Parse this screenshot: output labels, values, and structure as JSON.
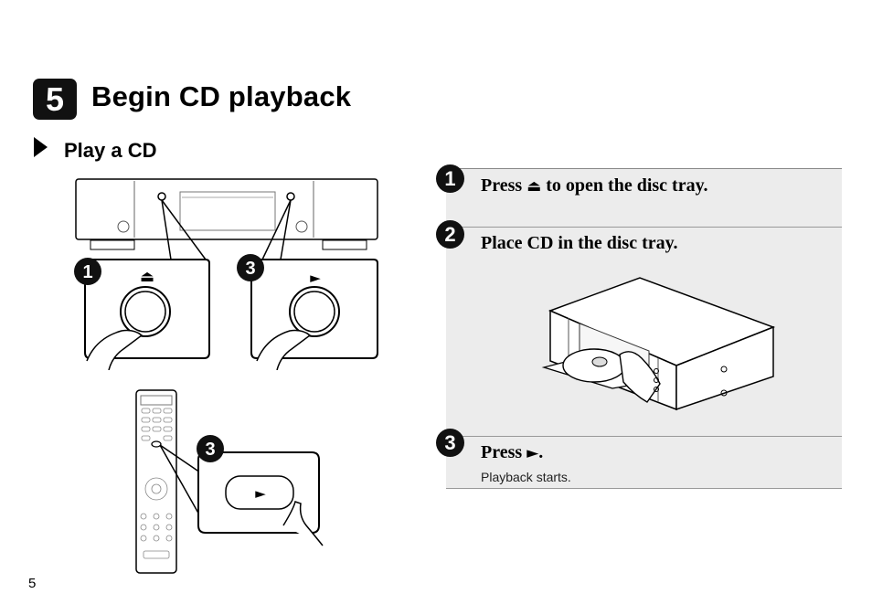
{
  "step_number": "5",
  "title": "Begin CD playback",
  "subtitle": "Play a CD",
  "steps": [
    {
      "num": "1",
      "text_before": "Press",
      "text_after": "to open the disc tray."
    },
    {
      "num": "2",
      "text": "Place CD in the disc tray."
    },
    {
      "num": "3",
      "text_before": "Press",
      "text_after": "."
    }
  ],
  "step3_note": "Playback starts.",
  "eject_symbol": "⏏",
  "play_symbol": "►",
  "callouts": {
    "eject": "1",
    "play": "3",
    "remote_play": "3"
  },
  "page_number": "5"
}
